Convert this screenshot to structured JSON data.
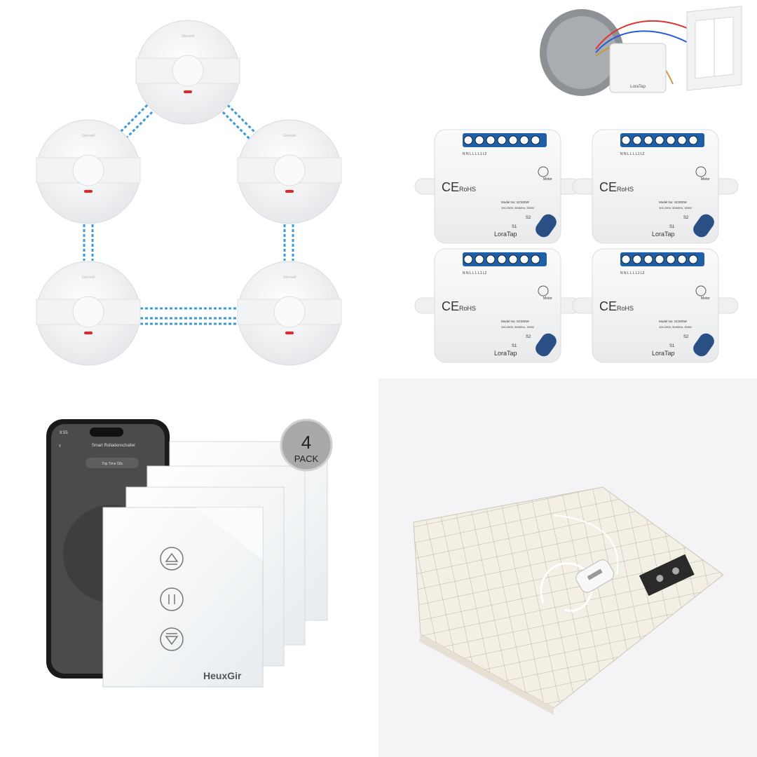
{
  "smoke_alarms": {
    "brand_marking": "Siterwell",
    "count": 5,
    "link_color": "#3a9ad9"
  },
  "wiring": {
    "module_brand": "LoraTap"
  },
  "relay_modules": {
    "items": [
      {
        "brand": "LoraTap",
        "model": "Model No: SC500W",
        "rating": "100-250V, 50/60Hz, 300W",
        "terminals": "N N L L L L1 L2",
        "motor_label": "Motor",
        "s1": "S1",
        "s2": "S2",
        "ce": "CE",
        "rohs": "RoHS"
      },
      {
        "brand": "LoraTap",
        "model": "Model No: SC500W",
        "rating": "100-250V, 50/60Hz, 300W",
        "terminals": "N N L L L L1 L2",
        "motor_label": "Motor",
        "s1": "S1",
        "s2": "S2",
        "ce": "CE",
        "rohs": "RoHS"
      },
      {
        "brand": "LoraTap",
        "model": "Model No: SC500W",
        "rating": "100-250V, 50/60Hz, 300W",
        "terminals": "N N L L L L1 L2",
        "motor_label": "Motor",
        "s1": "S1",
        "s2": "S2",
        "ce": "CE",
        "rohs": "RoHS"
      },
      {
        "brand": "LoraTap",
        "model": "Model No: SC500W",
        "rating": "100-250V, 50/60Hz, 300W",
        "terminals": "N N L L L L1 L2",
        "motor_label": "Motor",
        "s1": "S1",
        "s2": "S2",
        "ce": "CE",
        "rohs": "RoHS"
      }
    ],
    "terminal_color": "#1f5fa8"
  },
  "shutter_switch": {
    "phone": {
      "time": "9:55",
      "title": "Smart Rolladenschalter",
      "pill": "Trip Time 00s"
    },
    "badge": {
      "number": "4",
      "label": "PACK"
    },
    "brand": "HeuxGir",
    "buttons": [
      "up-icon",
      "pause-icon",
      "down-icon"
    ]
  },
  "grounding_mat": {
    "background": "#f4f4f6"
  }
}
